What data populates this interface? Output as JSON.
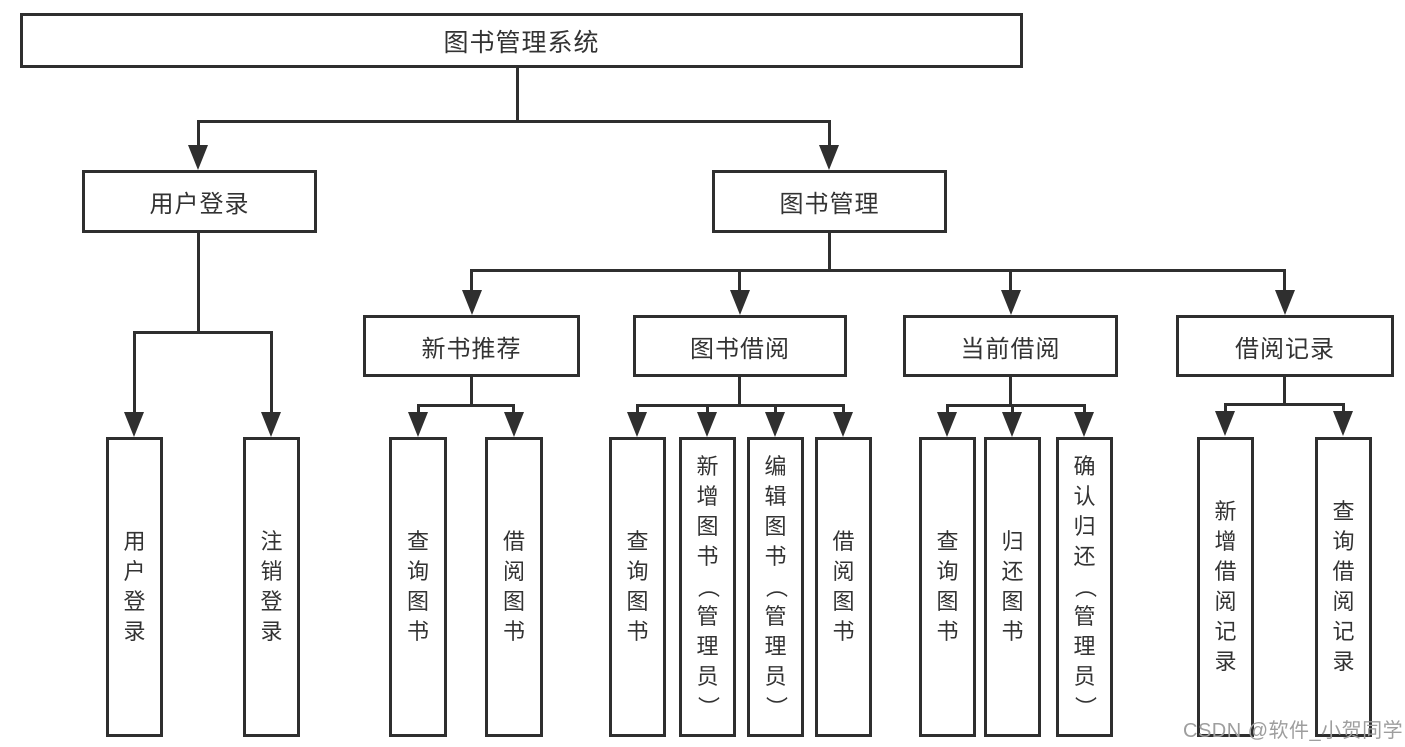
{
  "tree": {
    "root": "图书管理系统",
    "level2": [
      "用户登录",
      "图书管理"
    ],
    "level3": [
      "新书推荐",
      "图书借阅",
      "当前借阅",
      "借阅记录"
    ],
    "leaves": {
      "user_login": [
        "用户登录",
        "注销登录"
      ],
      "new_book_recommend": [
        "查询图书",
        "借阅图书"
      ],
      "book_borrowing": [
        "查询图书",
        "新增图书（管理员）",
        "编辑图书（管理员）",
        "借阅图书"
      ],
      "current_borrowing": [
        "查询图书",
        "归还图书",
        "确认归还（管理员）"
      ],
      "borrow_records": [
        "新增借阅记录",
        "查询借阅记录"
      ]
    }
  },
  "watermark": "CSDN @软件_小贺同学",
  "colors": {
    "line": "#2f2f2f",
    "text": "#333333",
    "watermark": "#9e9e9e",
    "bg": "#ffffff"
  }
}
